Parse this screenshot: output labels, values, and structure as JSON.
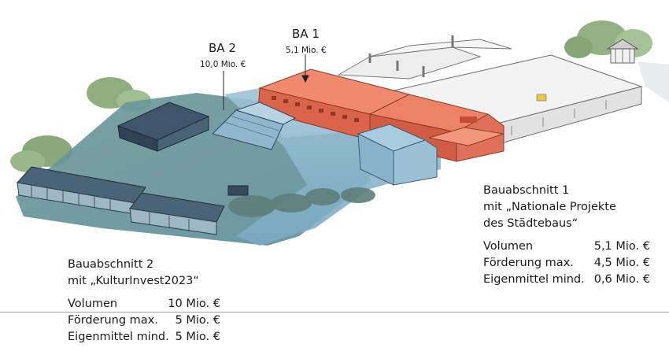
{
  "labels": {
    "ba1_title": "BA 1",
    "ba1_amount": "5,1 Mio. €",
    "ba2_title": "BA 2",
    "ba2_amount": "10,0 Mio. €"
  },
  "bauabschnitt_1": {
    "title": "Bauabschnitt 1",
    "program_line1": "mit „Nationale Projekte",
    "program_line2": "des  Städtebaus“",
    "rows": [
      {
        "key": "Volumen",
        "value": "5,1 Mio. €"
      },
      {
        "key": "Förderung max.",
        "value": "4,5 Mio. €"
      },
      {
        "key": "Eigenmittel mind.",
        "value": "0,6 Mio. €"
      }
    ]
  },
  "bauabschnitt_2": {
    "title": "Bauabschnitt 2",
    "program_line1": "mit  „KulturInvest2023“",
    "rows": [
      {
        "key": "Volumen",
        "value": "10 Mio. €"
      },
      {
        "key": "Förderung max.",
        "value": "5 Mio. €"
      },
      {
        "key": "Eigenmittel mind.",
        "value": "5 Mio. €"
      }
    ]
  },
  "colors": {
    "ba1_highlight": "#e8735a",
    "ba2_highlight": "#5f8fa6",
    "ground_blue": "#8fb7cf",
    "roof_grey": "#e6e6e6",
    "tree_green": "#7fa06a"
  },
  "icons": [
    "pointer-arrow-icon"
  ]
}
